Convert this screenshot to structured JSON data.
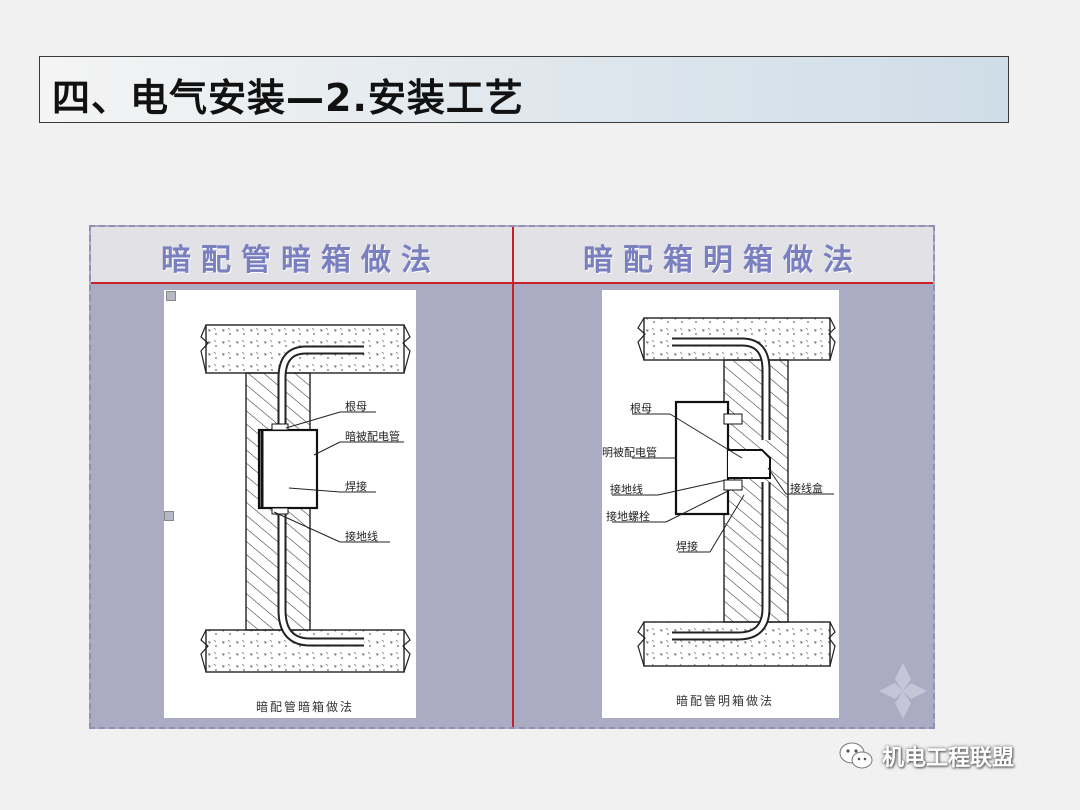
{
  "title": "四、电气安装—2.安装工艺",
  "panels": [
    {
      "heading": "暗配管暗箱做法",
      "labels": [
        "根母",
        "暗被配电管",
        "焊接",
        "接地线"
      ],
      "caption": "暗配管暗箱做法"
    },
    {
      "heading": "暗配箱明箱做法",
      "labels": [
        "根母",
        "明被配电管",
        "接地线",
        "接地螺栓",
        "焊接",
        "接线盒"
      ],
      "caption": "暗配管明箱做法"
    }
  ],
  "watermark": {
    "text": "机电工程联盟",
    "icon": "wechat-icon"
  },
  "colors": {
    "panel_bg": "#abacc4",
    "divider_red": "#c8202a",
    "heading_text": "#7a7fbf"
  }
}
